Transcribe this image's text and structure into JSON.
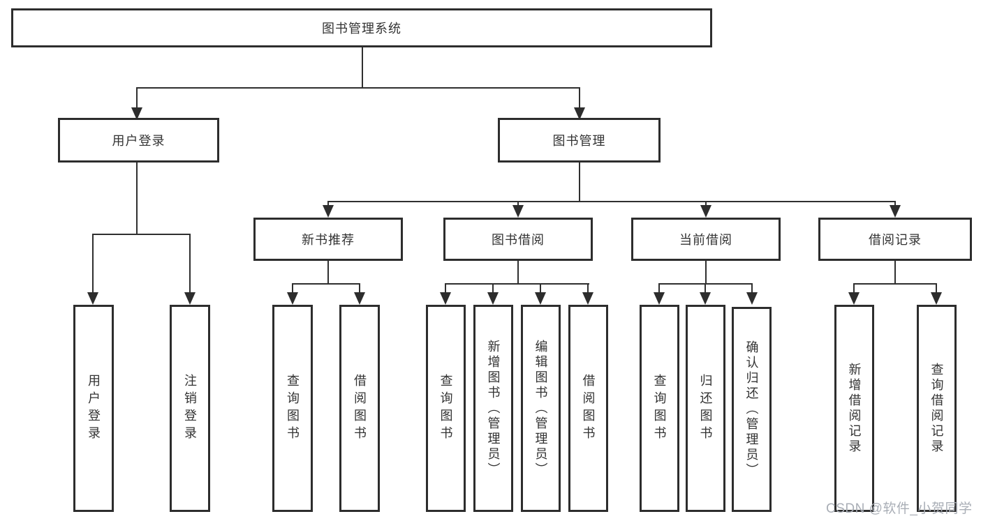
{
  "diagram": {
    "root": "图书管理系统",
    "login": {
      "label": "用户登录",
      "children": [
        "用户登录",
        "注销登录"
      ]
    },
    "management": {
      "label": "图书管理",
      "groups": [
        {
          "label": "新书推荐",
          "children": [
            "查询图书",
            "借阅图书"
          ]
        },
        {
          "label": "图书借阅",
          "children": [
            "查询图书",
            "新增图书（管理员）",
            "编辑图书（管理员）",
            "借阅图书"
          ]
        },
        {
          "label": "当前借阅",
          "children": [
            "查询图书",
            "归还图书",
            "确认归还（管理员）"
          ]
        },
        {
          "label": "借阅记录",
          "children": [
            "新增借阅记录",
            "查询借阅记录"
          ]
        }
      ]
    }
  },
  "watermark": "CSDN @软件_小贺同学",
  "colors": {
    "line": "#2d2d2d",
    "text": "#333333",
    "watermark": "#a9aeb6",
    "background": "#ffffff"
  }
}
